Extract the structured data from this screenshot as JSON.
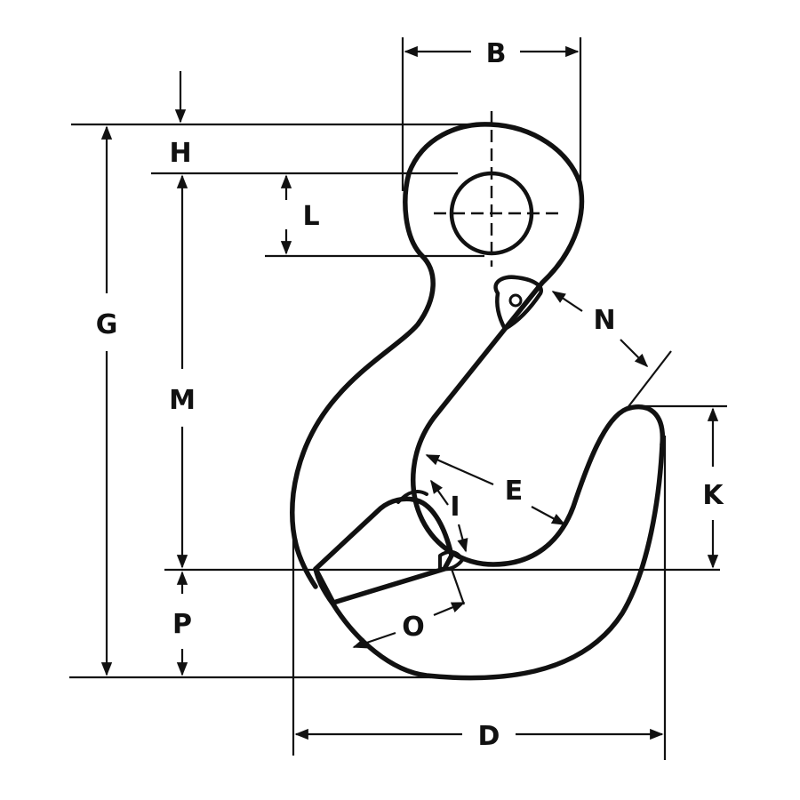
{
  "diagram": {
    "labels": {
      "B": "B",
      "H": "H",
      "L": "L",
      "G": "G",
      "M": "M",
      "N": "N",
      "E": "E",
      "I": "I",
      "K": "K",
      "P": "P",
      "O": "O",
      "D": "D"
    },
    "colors": {
      "ink": "#111111",
      "paper": "#ffffff"
    }
  }
}
